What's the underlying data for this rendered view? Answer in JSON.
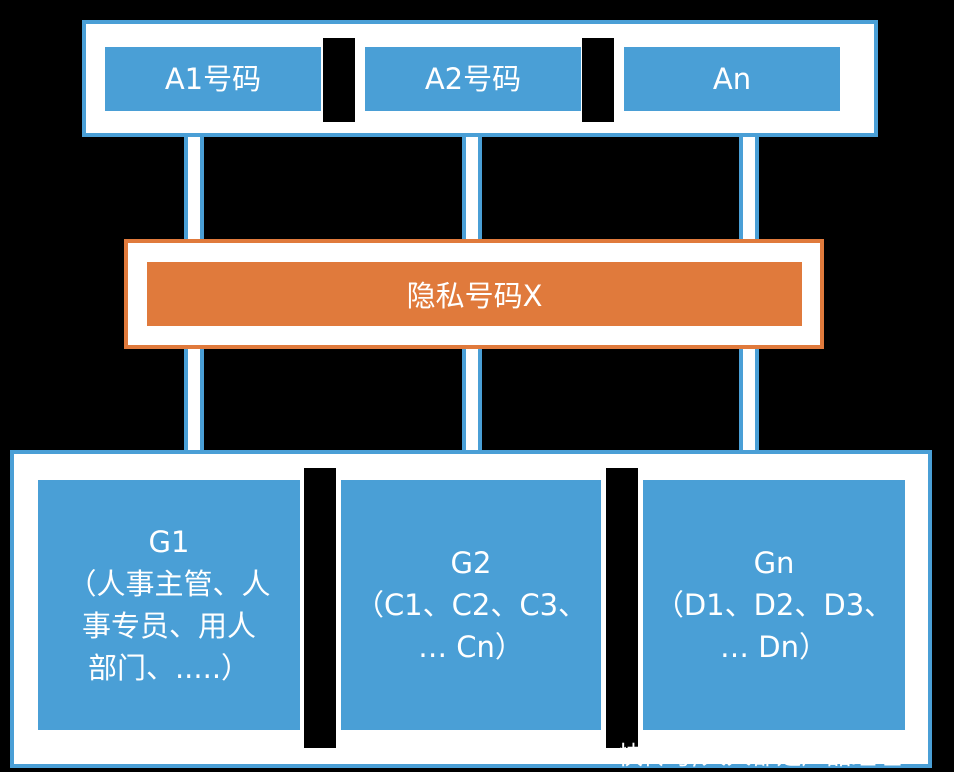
{
  "top": {
    "items": [
      {
        "label": "A1号码"
      },
      {
        "label": "A2号码"
      },
      {
        "label": "An"
      }
    ]
  },
  "middle": {
    "label": "隐私号码X"
  },
  "bottom": {
    "groups": [
      {
        "title": "G1",
        "lines": [
          "（人事主管、人",
          "事专员、用人",
          "部门、.....）"
        ]
      },
      {
        "title": "G2",
        "lines": [
          "（C1、C2、C3、",
          "… Cn）"
        ]
      },
      {
        "title": "Gn",
        "lines": [
          "（D1、D2、D3、",
          "… Dn）"
        ]
      }
    ]
  },
  "watermark": "快传号/人人都是产品经理",
  "colors": {
    "blue": "#4a9fd6",
    "orange": "#e07a3c",
    "background": "#000000"
  }
}
